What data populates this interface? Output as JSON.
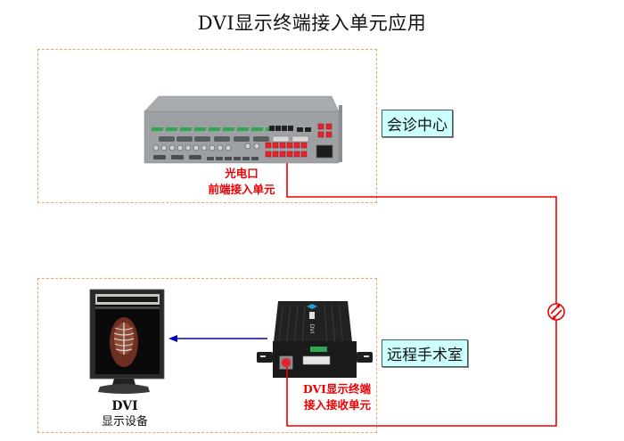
{
  "title": "DVI显示终端接入单元应用",
  "zones": {
    "top": {
      "location_label": "会诊中心"
    },
    "bottom": {
      "location_label": "远程手术室"
    }
  },
  "devices": {
    "transmitter": {
      "caption_line1": "光电口",
      "caption_line2": "前端接入单元"
    },
    "receiver": {
      "caption_line1": "DVI显示终端",
      "caption_line2": "接入接收单元",
      "front_label": "DVI"
    },
    "monitor": {
      "caption_line1": "DVI",
      "caption_line2": "显示设备"
    }
  },
  "colors": {
    "fiber_line": "#ee0000",
    "video_arrow": "#0000cc",
    "zone_border": "#f2a563",
    "label_bg": "#ccffff"
  }
}
